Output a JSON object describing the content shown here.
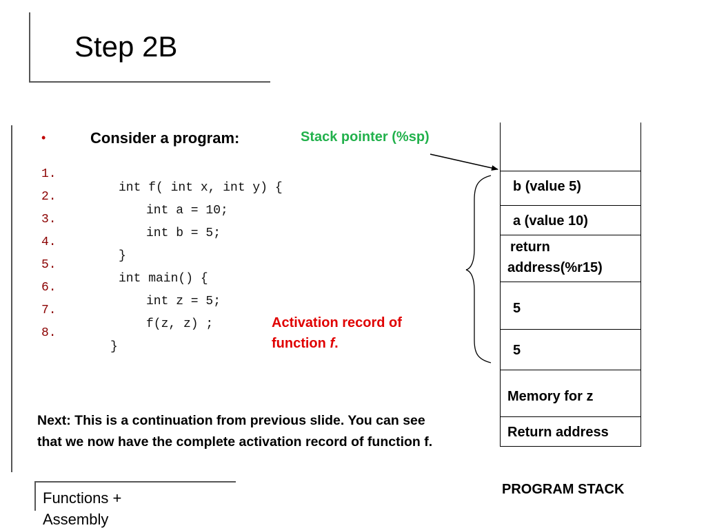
{
  "slide": {
    "title": "Step 2B",
    "bullet": "•",
    "heading": "Consider a program:",
    "code": [
      {
        "num": "1.",
        "text": "int f( int x, int y) {"
      },
      {
        "num": "2.",
        "text": "int a = 10;"
      },
      {
        "num": "3.",
        "text": "int b = 5;"
      },
      {
        "num": "4.",
        "text": "}"
      },
      {
        "num": "5.",
        "text": "int main() {"
      },
      {
        "num": "6.",
        "text": "int z = 5;"
      },
      {
        "num": "7.",
        "text": "f(z, z) ;"
      },
      {
        "num": "8.",
        "text": "}"
      }
    ],
    "stack_pointer_label": "Stack pointer (%sp)",
    "activation_label_line1": "Activation record of",
    "activation_label_line2_prefix": "function ",
    "activation_label_fn": "f",
    "activation_label_suffix": ".",
    "next_text": "Next: This is a continuation from previous slide. You can see that we now have the complete activation record of function f.",
    "footer_line1": "Functions +",
    "footer_line2": "Assembly"
  },
  "stack": {
    "caption": "PROGRAM STACK",
    "cells": [
      {
        "line1": "b (value 5)",
        "line2": ""
      },
      {
        "line1": "a (value 10)",
        "line2": ""
      },
      {
        "line1": "return",
        "line2": "address(%r15)"
      },
      {
        "line1": "5",
        "line2": ""
      },
      {
        "line1": "5",
        "line2": ""
      },
      {
        "line1": "Memory for z",
        "line2": ""
      },
      {
        "line1": "Return address",
        "line2": ""
      }
    ]
  },
  "colors": {
    "stack_pointer_label": "#22b14c",
    "activation_label": "#e00000",
    "line_numbers": "#8b0000",
    "bullet": "#c00000"
  }
}
